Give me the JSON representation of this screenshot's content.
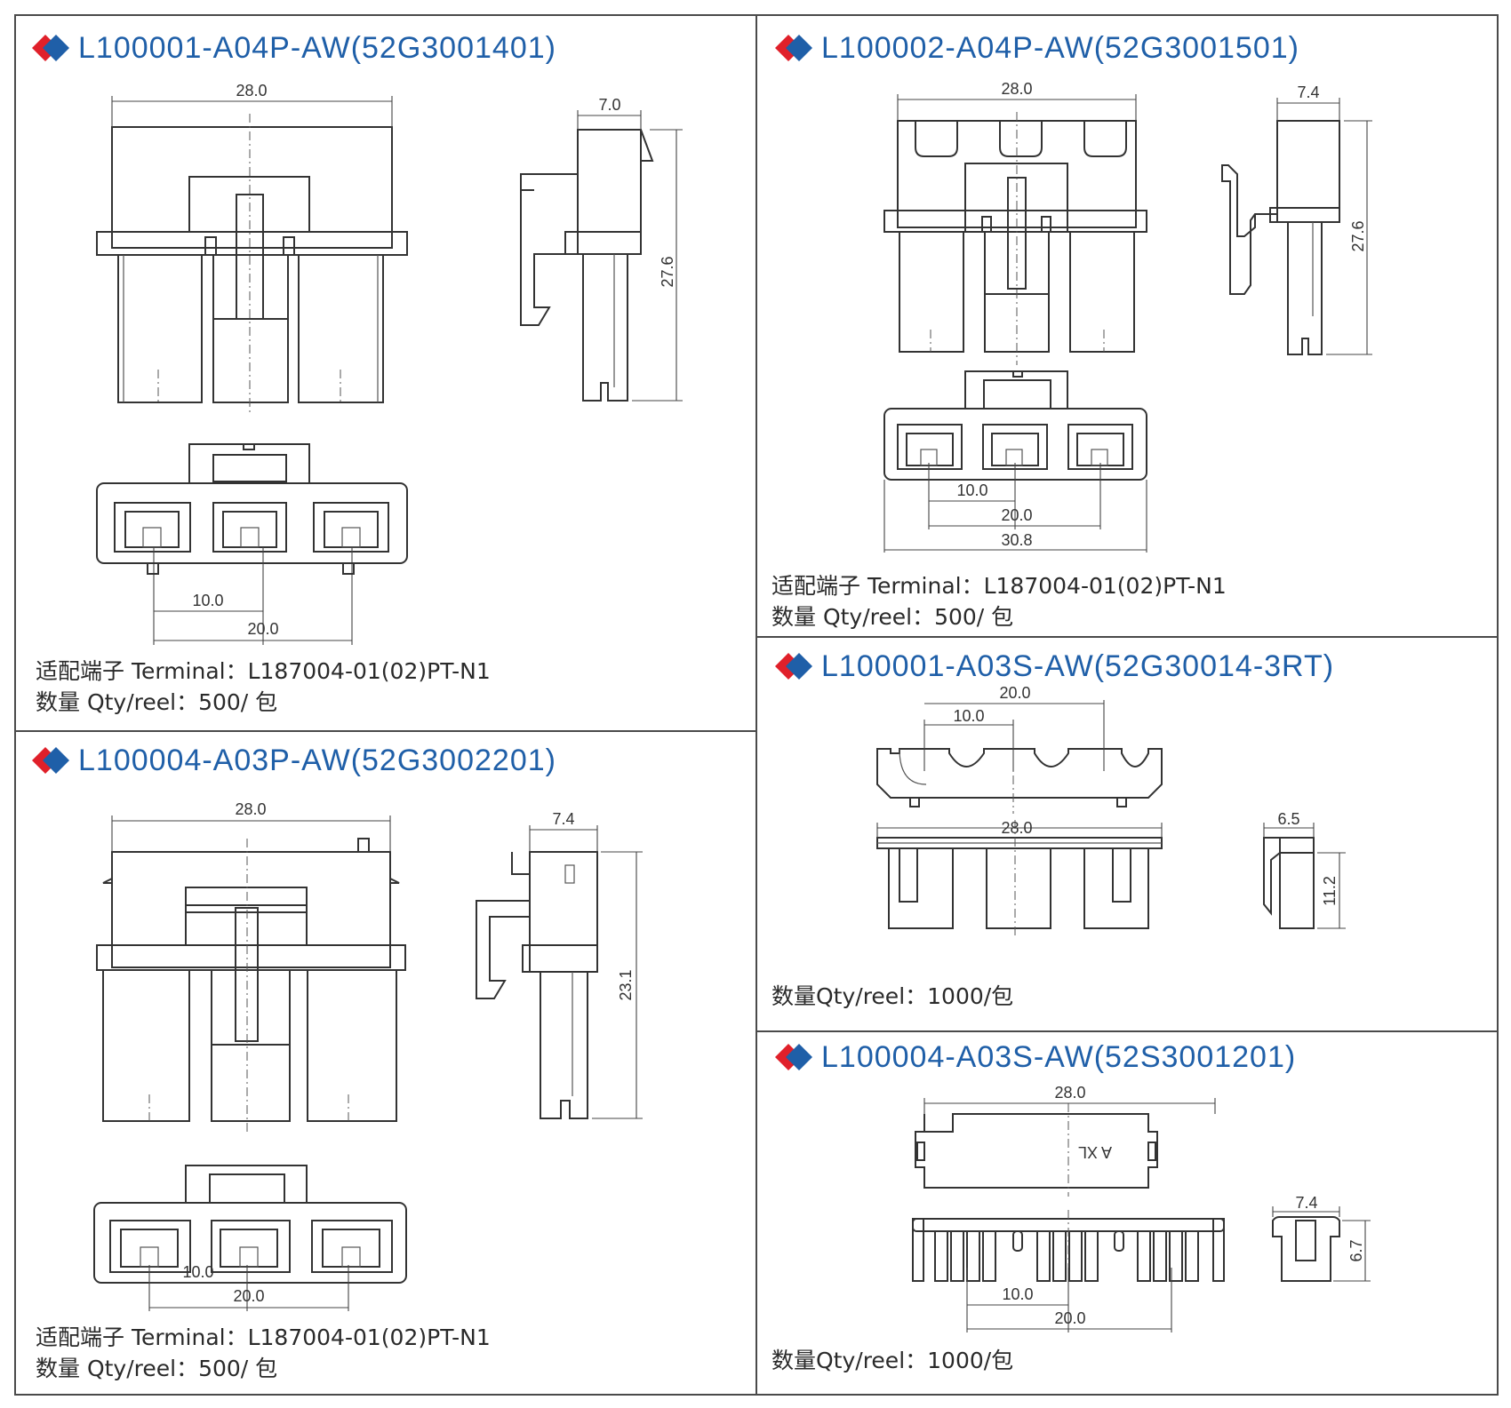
{
  "colors": {
    "title_blue": "#1f5fa8",
    "diamond_red": "#e0202a",
    "diamond_blue": "#1f5fa8",
    "line": "#333333"
  },
  "panels": {
    "p1": {
      "title": "L100001-A04P-AW(52G3001401)",
      "terminal_line": "适配端子 Terminal：L187004-01(02)PT-N1",
      "qty_line": "数量 Qty/reel：500/ 包",
      "dims": {
        "width": "28.0",
        "depth": "7.0",
        "height": "27.6",
        "pitch1": "10.0",
        "pitch2": "20.0"
      }
    },
    "p2": {
      "title": "L100002-A04P-AW(52G3001501)",
      "terminal_line": "适配端子 Terminal：L187004-01(02)PT-N1",
      "qty_line": "数量 Qty/reel：500/ 包",
      "dims": {
        "width": "28.0",
        "depth": "7.4",
        "height": "27.6",
        "pitch1": "10.0",
        "pitch2": "20.0",
        "overall": "30.8"
      }
    },
    "p3": {
      "title": "L100004-A03P-AW(52G3002201)",
      "terminal_line": "适配端子 Terminal：L187004-01(02)PT-N1",
      "qty_line": "数量 Qty/reel：500/ 包",
      "dims": {
        "width": "28.0",
        "depth": "7.4",
        "height": "23.1",
        "pitch1": "10.0",
        "pitch2": "20.0"
      }
    },
    "p4": {
      "title": "L100001-A03S-AW(52G30014-3RT)",
      "qty_line": "数量Qty/reel：1000/包",
      "dims": {
        "pitch2": "20.0",
        "pitch1": "10.0",
        "width": "28.0",
        "depth": "6.5",
        "height": "11.2"
      }
    },
    "p5": {
      "title": "L100004-A03S-AW(52S3001201)",
      "qty_line": "数量Qty/reel：1000/包",
      "marking": "A  XL",
      "dims": {
        "width": "28.0",
        "depth": "7.4",
        "height": "6.7",
        "pitch1": "10.0",
        "pitch2": "20.0"
      }
    }
  }
}
